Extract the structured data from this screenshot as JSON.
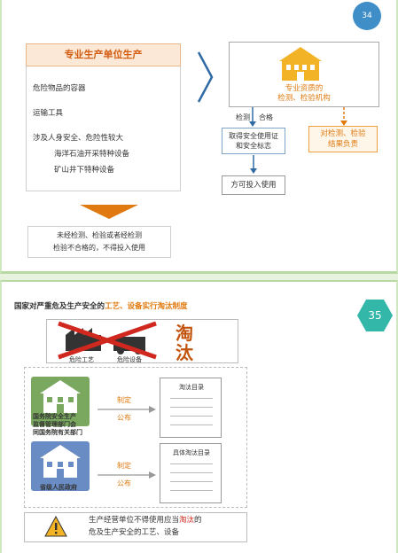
{
  "slide34": {
    "page_number": "34",
    "left_box": {
      "header": "专业生产单位生产",
      "items": [
        "危险物品的容器",
        "运输工具",
        "涉及人身安全、危险性较大",
        "海洋石油开采特种设备",
        "矿山井下特种设备"
      ]
    },
    "org": {
      "line1": "专业资质的",
      "line2": "检测、检验机构"
    },
    "branch_labels": {
      "test": "检测",
      "pass": "合格"
    },
    "cert_box": {
      "line1": "取得安全使用证",
      "line2": "和安全标志"
    },
    "responsible_box": {
      "line1": "对检测、检验",
      "line2": "结果负责"
    },
    "use_box": "方可投入使用",
    "warning": {
      "line1": "未经检测、检验或者经检测",
      "line2": "检验不合格的，不得投入使用"
    },
    "colors": {
      "orange": "#e07a10",
      "header_bg": "#fce8d6",
      "chevron": "#2f6aa5",
      "badge": "#3f8ec8"
    }
  },
  "slide35": {
    "page_number": "35",
    "title_plain": "国家对严重危及生产安全的",
    "title_highlight": "工艺、设备实行淘汰制度",
    "ban_labels": {
      "process": "危险工艺",
      "equipment": "危险设备"
    },
    "ban_char1": "淘",
    "ban_char2": "汰",
    "national": {
      "line1": "国务院安全生产",
      "line2": "监督管理部门会",
      "line3": "同国务院有关部门"
    },
    "provincial": "省级人民政府",
    "arrow_top": {
      "a": "制定",
      "b": "公布"
    },
    "arrow_bottom": {
      "a": "制定",
      "b": "公布"
    },
    "list_top": "淘汰目录",
    "list_bottom": "具体淘汰目录",
    "notice": {
      "line1_pre": "生产经营单位不得使用应当",
      "line1_hl": "淘汰",
      "line1_post": "的",
      "line2": "危及生产安全的工艺、设备"
    },
    "colors": {
      "hexagon": "#33b7a8",
      "green_building": "#7aa85f",
      "blue_building": "#6a8cc4",
      "red_cross": "#d0281e"
    }
  }
}
